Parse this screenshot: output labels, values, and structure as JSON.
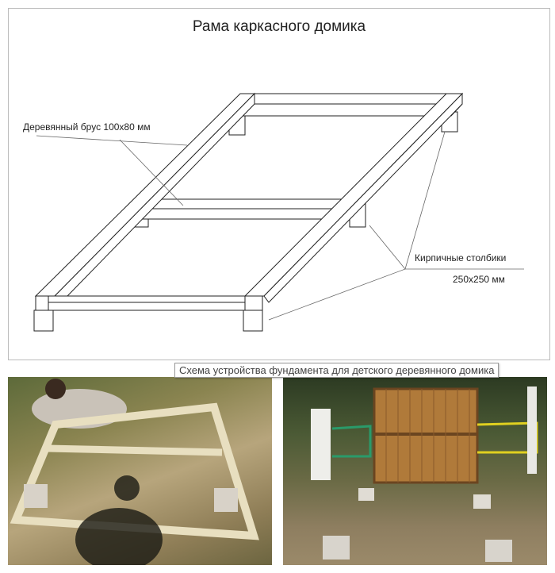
{
  "diagram": {
    "title": "Рама каркасного домика",
    "label_beam": "Деревянный брус 100х80 мм",
    "label_posts": "Кирпичные столбики",
    "label_posts_size": "250х250 мм"
  },
  "caption": "Схема устройства фундамента для детского деревянного домика"
}
